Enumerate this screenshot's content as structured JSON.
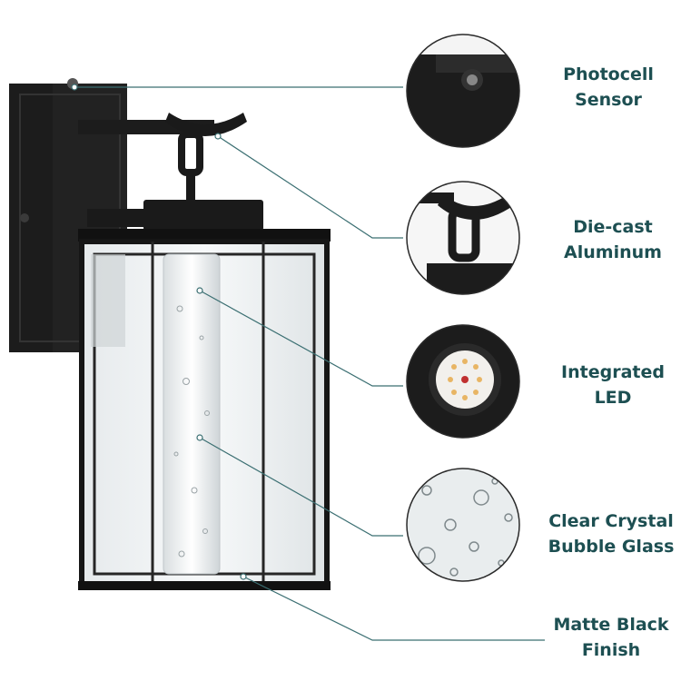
{
  "colors": {
    "label_text": "#1d4f52",
    "leader_line": "#3b6f72",
    "fixture_black": "#1a1a1a",
    "glass": "#eef2f3"
  },
  "features": [
    {
      "line1": "Photocell",
      "line2": "Sensor",
      "icon": "photocell-sensor-closeup"
    },
    {
      "line1": "Die-cast",
      "line2": "Aluminum",
      "icon": "die-cast-hook-closeup"
    },
    {
      "line1": "Integrated",
      "line2": "LED",
      "icon": "led-module-closeup"
    },
    {
      "line1": "Clear Crystal",
      "line2": "Bubble Glass",
      "icon": "bubble-glass-closeup"
    },
    {
      "line1": "Matte Black",
      "line2": "Finish",
      "icon": "finish-callout"
    }
  ]
}
